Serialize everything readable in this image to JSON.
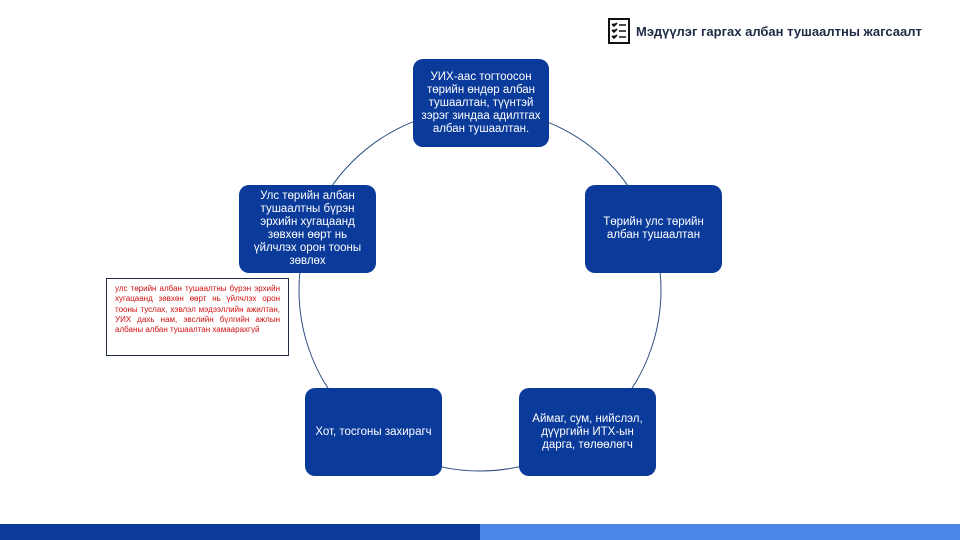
{
  "header": {
    "title": "Мэдүүлэг гаргах албан тушаалтны жагсаалт",
    "icon": "checklist-icon"
  },
  "diagram": {
    "nodes": [
      "УИХ-аас тогтоосон төрийн өндөр албан тушаалтан, түүнтэй зэрэг зиндаа адилтгах албан тушаалтан.",
      "Төрийн улс төрийн албан тушаалтан",
      "Аймаг, сум, нийслэл, дүүргийн ИТХ-ын дарга, төлөөлөгч",
      "Хот, тосгоны захирагч",
      "Улс төрийн албан тушаалтны бүрэн эрхийн хугацаанд зөвхөн өөрт нь үйлчлэх орон тооны зөвлөх"
    ],
    "note": "улс төрийн албан тушаалтны бүрэн эрхийн хугацаанд зөвхөн өөрт нь үйлчлэх орон тооны туслах, хэвлэл мэдээллийн ажилтан, УИХ дахь нам, эвслийн бүлгийн ажлын албаны албан тушаалтан хамаарахгүй"
  },
  "colors": {
    "node": "#0a3a9a",
    "note_text": "#d01010",
    "bar_left": "#0a3a9a",
    "bar_right": "#4a86e8"
  }
}
